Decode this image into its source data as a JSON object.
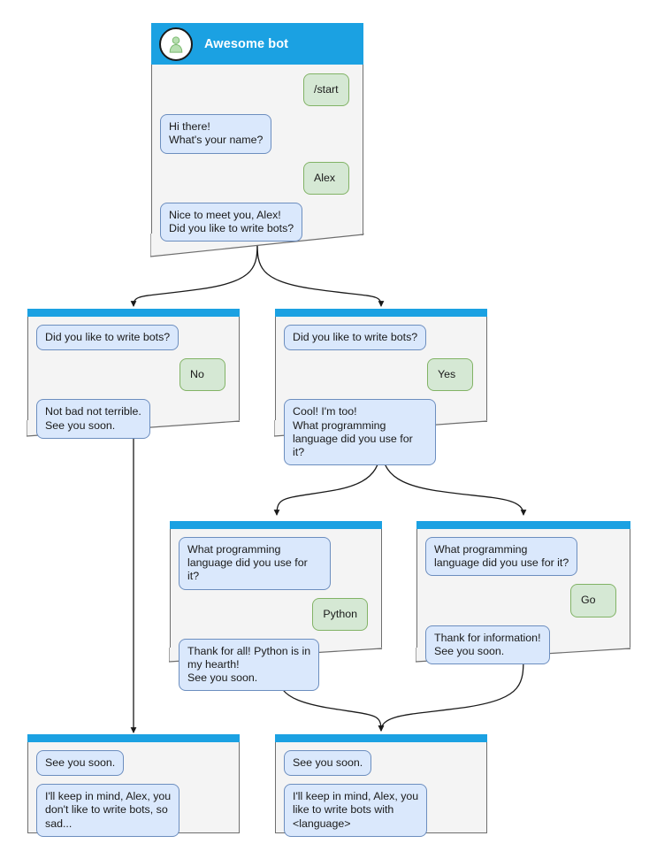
{
  "diagram": {
    "title": "Awesome bot conversation flow",
    "colors": {
      "titlebar": "#1ba1e2",
      "node_background": "#f4f4f4",
      "node_border": "#6e6e6e",
      "bot_bubble_fill": "#dae8fc",
      "bot_bubble_border": "#6c8ebf",
      "user_bubble_fill": "#d5e8d4",
      "user_bubble_border": "#82b366",
      "edge": "#1a1a1a",
      "canvas": "#ffffff"
    }
  },
  "nodes": {
    "root": {
      "id": "root",
      "header": {
        "bot_name": "Awesome bot",
        "avatar_icon": "user-avatar-icon"
      },
      "messages": [
        {
          "side": "user",
          "text": "/start"
        },
        {
          "side": "bot",
          "text": "Hi there!\nWhat's your name?"
        },
        {
          "side": "user",
          "text": "Alex"
        },
        {
          "side": "bot",
          "text": "Nice to meet you, Alex!\nDid you like to write bots?"
        }
      ]
    },
    "no_branch": {
      "id": "no-branch",
      "messages": [
        {
          "side": "bot",
          "text": "Did you like to write bots?"
        },
        {
          "side": "user",
          "text": "No"
        },
        {
          "side": "bot",
          "text": "Not bad not terrible.\nSee you soon."
        }
      ]
    },
    "yes_branch": {
      "id": "yes-branch",
      "messages": [
        {
          "side": "bot",
          "text": "Did you like to write bots?"
        },
        {
          "side": "user",
          "text": "Yes"
        },
        {
          "side": "bot",
          "text": "Cool! I'm too!\nWhat programming\nlanguage did you use for it?"
        }
      ]
    },
    "python_branch": {
      "id": "python-branch",
      "messages": [
        {
          "side": "bot",
          "text": "What programming\nlanguage did you use for it?"
        },
        {
          "side": "user",
          "text": "Python"
        },
        {
          "side": "bot",
          "text": "Thank for all! Python is in\nmy hearth!\nSee you soon."
        }
      ]
    },
    "go_branch": {
      "id": "go-branch",
      "messages": [
        {
          "side": "bot",
          "text": "What programming\nlanguage did you use for it?"
        },
        {
          "side": "user",
          "text": "Go"
        },
        {
          "side": "bot",
          "text": "Thank for information!\nSee you soon."
        }
      ]
    },
    "end_sad": {
      "id": "end-sad",
      "messages": [
        {
          "side": "bot",
          "text": "See you soon."
        },
        {
          "side": "bot",
          "text": "I'll keep in mind, Alex, you\ndon't like to write bots, so\nsad..."
        }
      ]
    },
    "end_happy": {
      "id": "end-happy",
      "messages": [
        {
          "side": "bot",
          "text": "See you soon."
        },
        {
          "side": "bot",
          "text": "I'll keep in mind, Alex, you\nlike to write bots with\n<language>"
        }
      ]
    }
  },
  "edges": [
    {
      "from": "root",
      "to": "no_branch"
    },
    {
      "from": "root",
      "to": "yes_branch"
    },
    {
      "from": "yes_branch",
      "to": "python_branch"
    },
    {
      "from": "yes_branch",
      "to": "go_branch"
    },
    {
      "from": "no_branch",
      "to": "end_sad"
    },
    {
      "from": "python_branch",
      "to": "end_happy"
    },
    {
      "from": "go_branch",
      "to": "end_happy"
    }
  ]
}
